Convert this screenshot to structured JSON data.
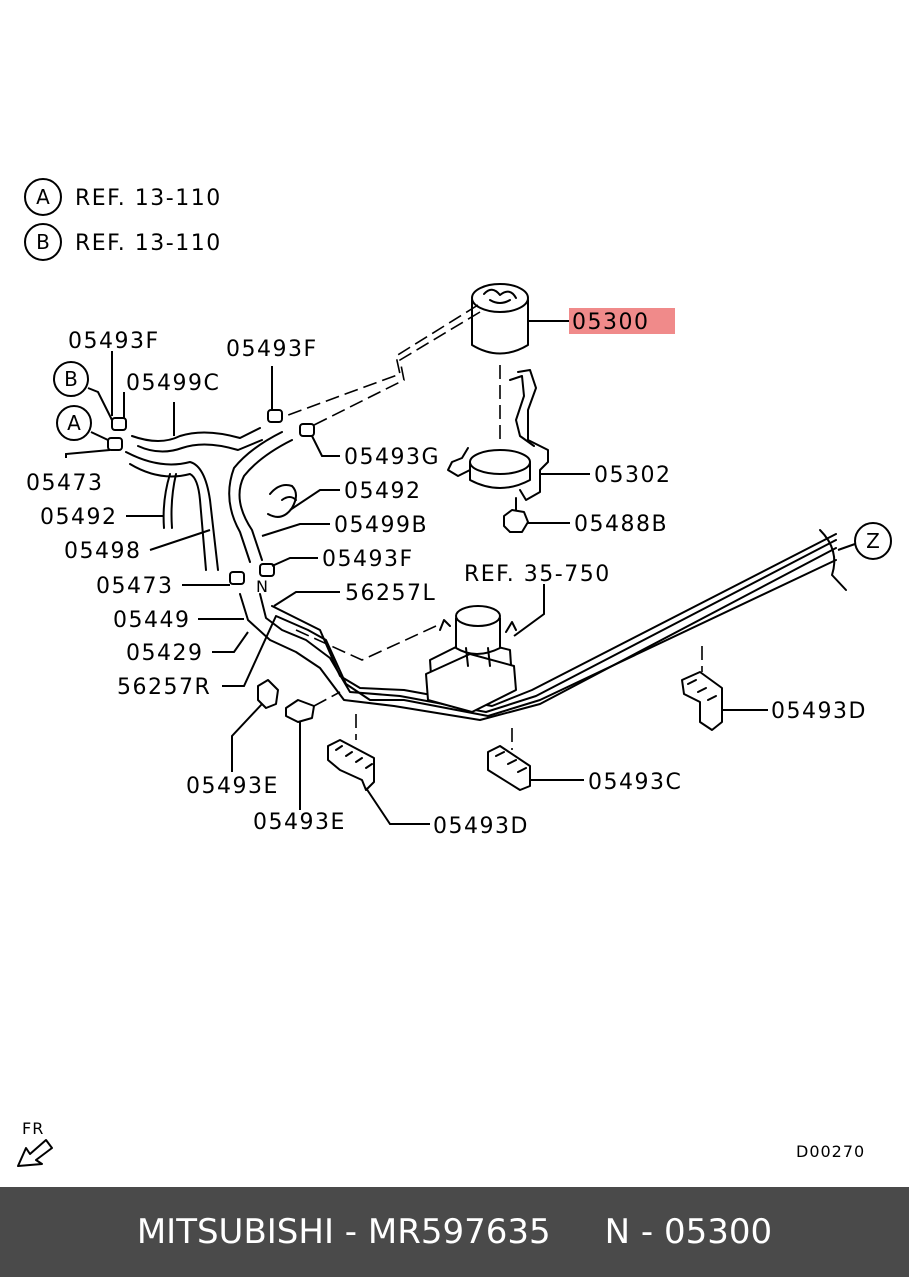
{
  "ref_notes": [
    {
      "letter": "A",
      "text": "REF. 13-110"
    },
    {
      "letter": "B",
      "text": "REF. 13-110"
    }
  ],
  "connector_letters": {
    "a": "A",
    "b": "B",
    "z": "Z"
  },
  "highlight_color": "#f08a8a",
  "parts": {
    "p05300": "05300",
    "p05302": "05302",
    "p05488B": "05488B",
    "p05493F_top_left": "05493F",
    "p05493F_top_mid": "05493F",
    "p05499C": "05499C",
    "p05493G": "05493G",
    "p05473_upper": "05473",
    "p05492_right": "05492",
    "p05492_left": "05492",
    "p05499B": "05499B",
    "p05498": "05498",
    "p05493F_lower": "05493F",
    "p05473_lower": "05473",
    "p56257L": "56257L",
    "ref_35_750": "REF. 35-750",
    "p05449": "05449",
    "p05429": "05429",
    "p56257R": "56257R",
    "p05493D_right": "05493D",
    "p05493C": "05493C",
    "p05493E_left": "05493E",
    "p05493E_mid": "05493E",
    "p05493D_bottom": "05493D",
    "tag_n": "N"
  },
  "direction_label": "FR",
  "diagram_code": "D00270",
  "footer": {
    "brand": "MITSUBISHI",
    "part_number": "MR597635",
    "ref": "N - 05300"
  }
}
